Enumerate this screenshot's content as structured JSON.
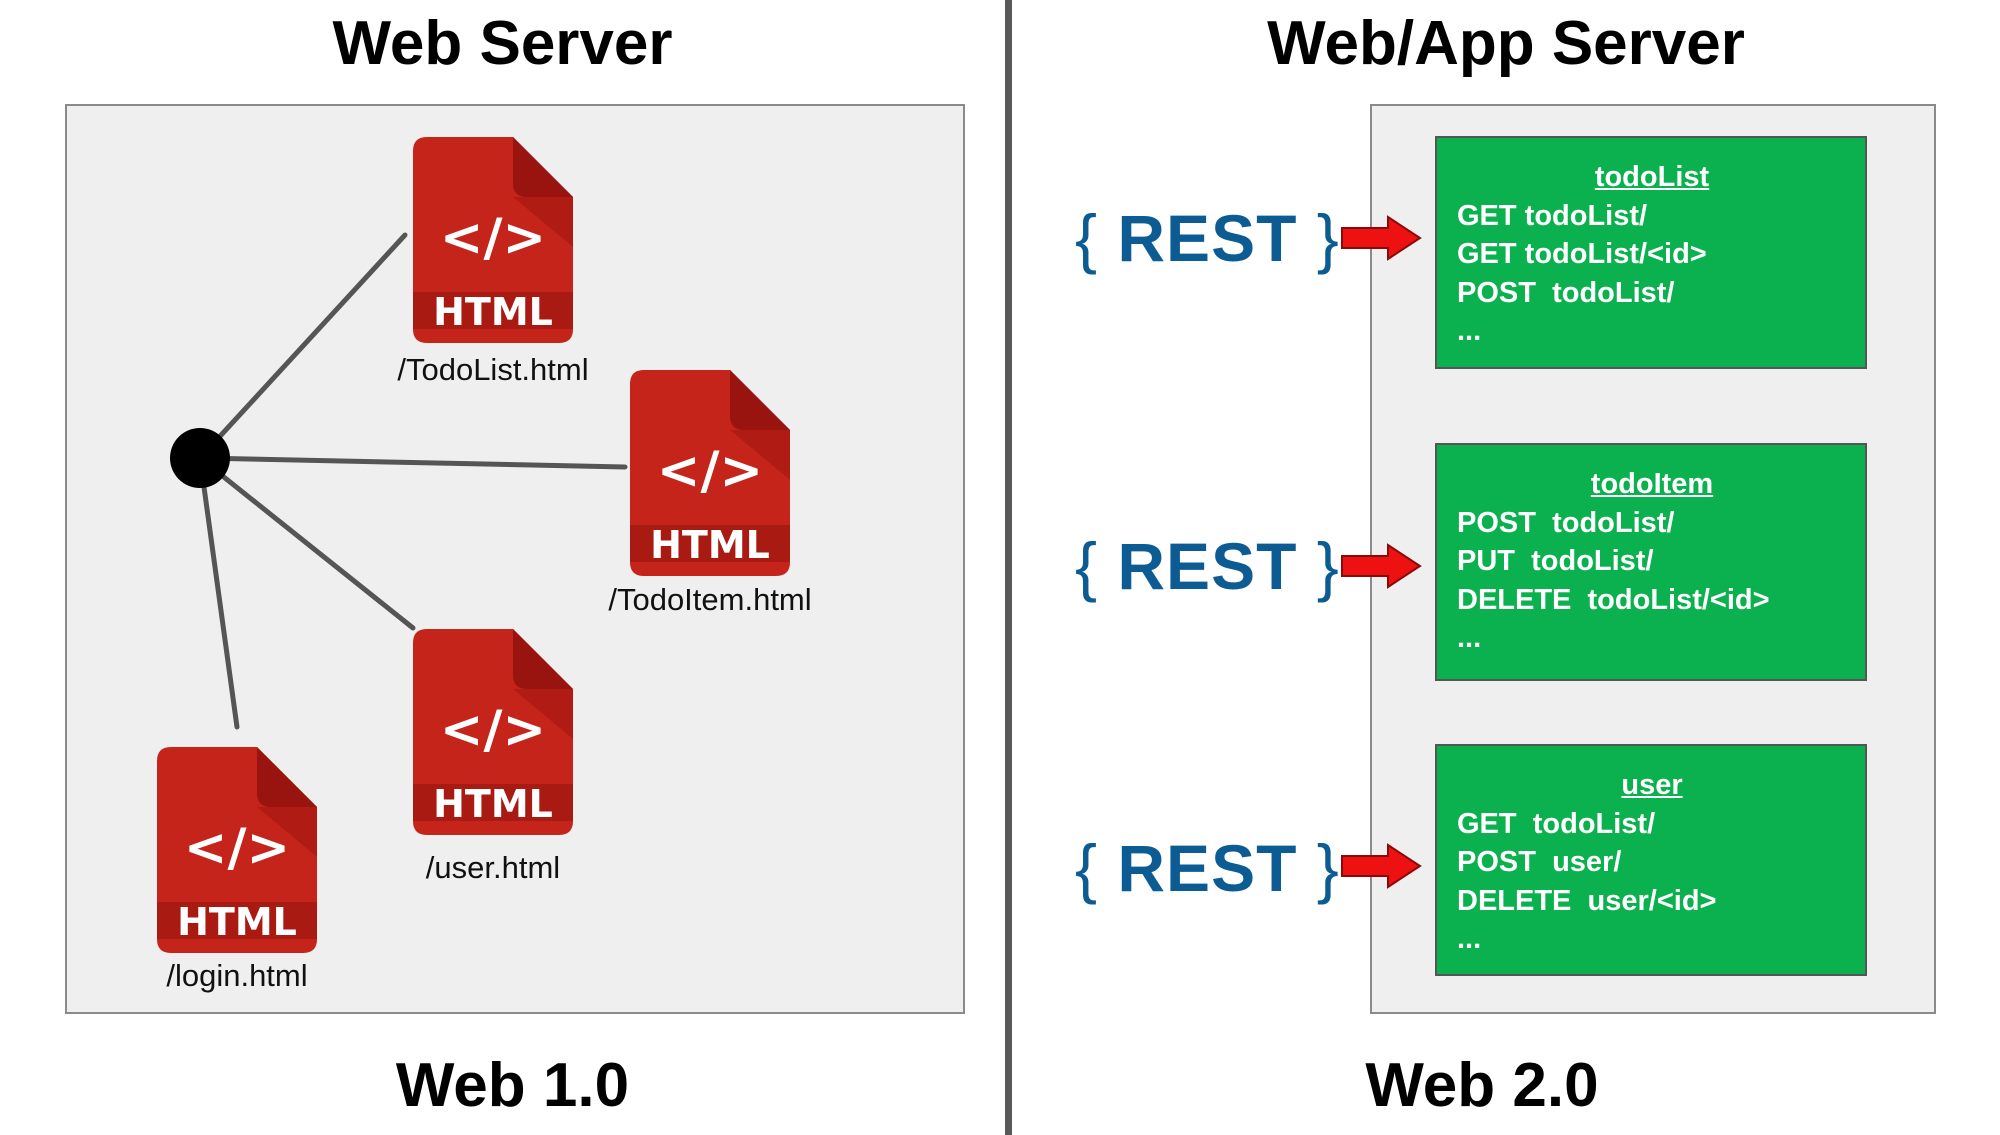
{
  "left": {
    "server_title": "Web Server",
    "era_label": "Web 1.0",
    "files": [
      {
        "label": "/TodoList.html",
        "tag": "</>",
        "kind": "HTML"
      },
      {
        "label": "/TodoItem.html",
        "tag": "</>",
        "kind": "HTML"
      },
      {
        "label": "/user.html",
        "tag": "</>",
        "kind": "HTML"
      },
      {
        "label": "/login.html",
        "tag": "</>",
        "kind": "HTML"
      }
    ]
  },
  "right": {
    "server_title": "Web/App Server",
    "era_label": "Web 2.0",
    "rest_label": "REST",
    "brace_open": "{",
    "brace_close": "}",
    "resources": [
      {
        "title": "todoList",
        "lines": [
          "GET todoList/",
          "GET todoList/<id>",
          "POST  todoList/",
          "..."
        ]
      },
      {
        "title": "todoItem",
        "lines": [
          "POST  todoList/",
          "PUT  todoList/",
          "DELETE  todoList/<id>",
          "..."
        ]
      },
      {
        "title": "user",
        "lines": [
          "GET  todoList/",
          "POST  user/",
          "DELETE  user/<id>",
          "..."
        ]
      }
    ]
  },
  "colors": {
    "file_red": "#c4241a",
    "file_dark_red": "#99140f",
    "api_green": "#0bb14e",
    "rest_blue": "#0c5c93",
    "arrow_red": "#ee1111"
  }
}
